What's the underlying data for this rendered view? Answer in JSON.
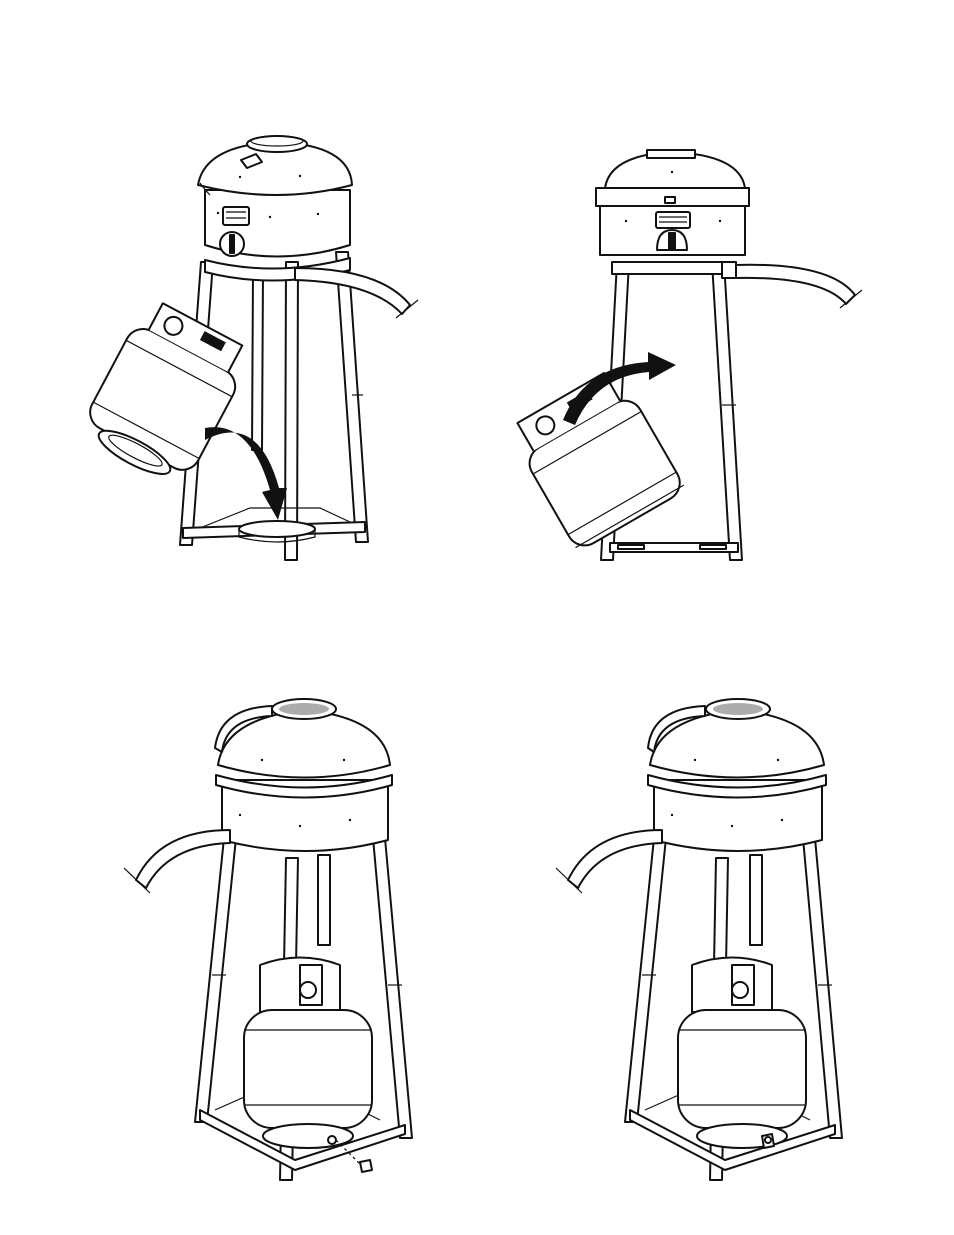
{
  "figure": {
    "panels": [
      {
        "id": "panel-1",
        "description_name": "tank-insertion"
      },
      {
        "id": "panel-2",
        "description_name": "tank-rotation"
      },
      {
        "id": "panel-3",
        "description_name": "tank-seated-with-wing-nut"
      },
      {
        "id": "panel-4",
        "description_name": "tank-secured"
      }
    ],
    "colors": {
      "ink": "#111111",
      "paper": "#ffffff"
    }
  }
}
